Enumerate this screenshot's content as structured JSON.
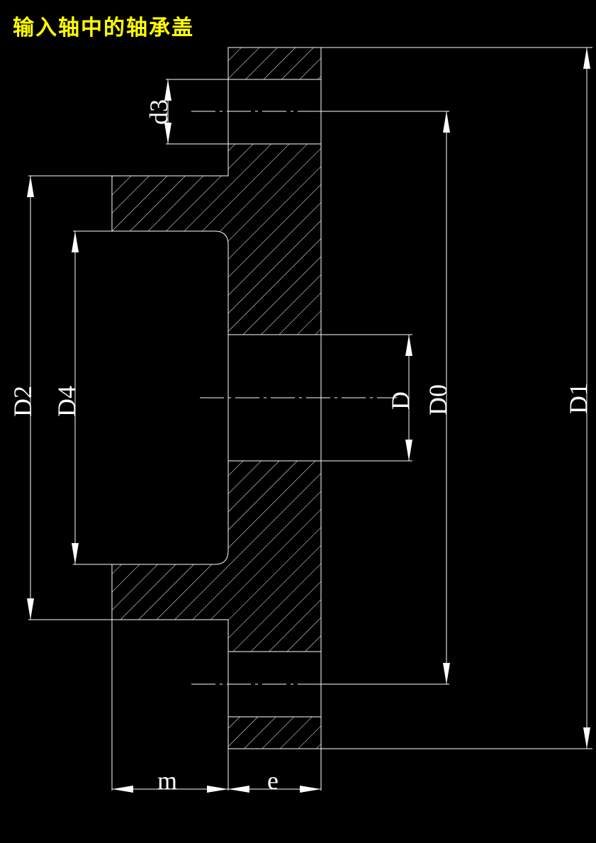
{
  "title": "输入轴中的轴承盖",
  "colors": {
    "background": "#000000",
    "title": "#ffff00",
    "lines": "#ffffff"
  },
  "labels": {
    "d3": "d3",
    "D2": "D2",
    "D4": "D4",
    "D": "D",
    "D0": "D0",
    "D1": "D1",
    "m": "m",
    "e": "e"
  }
}
